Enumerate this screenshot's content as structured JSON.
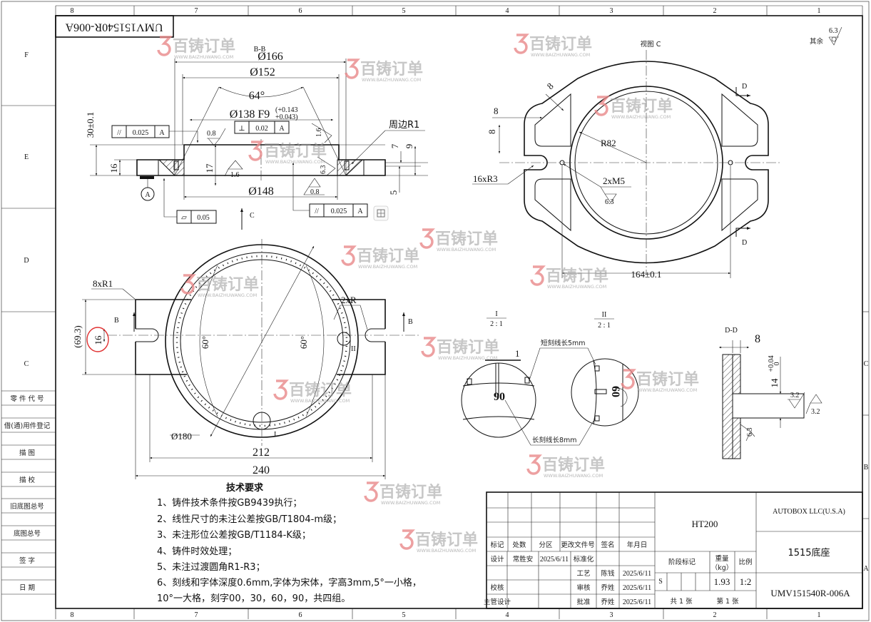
{
  "sheet": {
    "stamp_number": "UMV151540R-006A",
    "col_numbers": [
      "8",
      "7",
      "6",
      "5",
      "4",
      "3",
      "2",
      "1"
    ],
    "row_letters_left": [
      "F",
      "E",
      "D",
      "C"
    ],
    "row_letters_right": [
      "C",
      "B",
      "A"
    ],
    "register": [
      "零 件 代 号",
      "借(通)用件登记",
      "描  图",
      "描  校",
      "旧底图总号",
      "底图总号",
      "签  字",
      "日  期"
    ]
  },
  "section_bb": {
    "title": "B-B",
    "d166": "Ø166",
    "d152": "Ø152",
    "angle": "64°",
    "d138": "Ø138 F9",
    "tol_upper": "(+0.143",
    "tol_lower": "+0.043)",
    "h30": "30±0.1",
    "h16": "16",
    "h17": "17",
    "d148": "Ø148",
    "h7": "7",
    "h9": "9",
    "h5": "5",
    "fillet_note": "周边R1",
    "rough_a": "0.8",
    "rough_b": "1.6",
    "rough_c": "1.6",
    "rough_d": "6.3",
    "rough_e": "0.8",
    "gdt_parallel_1": {
      "symbol": "//",
      "value": "0.025",
      "datum": "A"
    },
    "gdt_perp": {
      "symbol": "⊥",
      "value": "0.02",
      "datum": "A"
    },
    "gdt_flat": {
      "symbol": "▱",
      "value": "0.05"
    },
    "gdt_parallel_2": {
      "symbol": "//",
      "value": "0.025",
      "datum": "A"
    },
    "datum": "A",
    "view_arrow": "C"
  },
  "plan_view": {
    "corner_radius": "8xR1",
    "section_mark_left": "B",
    "section_mark_right": "B",
    "h69": "(69.3)",
    "slot16": "16",
    "angle_left": "60°",
    "angle_right": "60°",
    "notch_radius": "2xR",
    "detail_ii": "II",
    "detail_i": "I",
    "d180": "Ø180",
    "w212": "212",
    "w240": "240"
  },
  "view_c": {
    "title": "视图 C",
    "dim8_a": "8",
    "dim8_b": "8",
    "dim8_c": "8",
    "r82": "R82",
    "slots": "16xR3",
    "threads": "2xM5",
    "rough": "6.3",
    "section_mark_top": "D",
    "section_mark_bottom": "D",
    "span": "164±0.1"
  },
  "general_roughness": {
    "label": "其余",
    "value": "6.3"
  },
  "detail_i": {
    "title": "I",
    "scale": "2 : 1",
    "dim": "1",
    "engraving": "90",
    "short_note": "短刻线长5mm",
    "long_note": "长刻线长8mm"
  },
  "detail_ii": {
    "title": "II",
    "scale": "2 : 1",
    "engraving": "60"
  },
  "section_dd": {
    "title": "D-D",
    "w8": "8",
    "h14": "14",
    "tol_upper": "+0.04",
    "tol_lower": "0",
    "rough_a": "3.2",
    "rough_b": "3.2",
    "rough_c": "6.3"
  },
  "tech_requirements": {
    "title": "技术要求",
    "items": [
      "1、铸件技术条件按GB9439执行；",
      "2、线性尺寸的未注公差按GB/T1804-m级；",
      "3、未注形位公差按GB/T1184-K级；",
      "4、铸件时效处理；",
      "5、未注过渡圆角R1-R3；",
      "6、刻线和字体深度0.6mm,字体为宋体，字高3mm,5°一小格，",
      "10°一大格，刻字00，30，60，90，共四组。"
    ]
  },
  "title_block": {
    "material": "HT200",
    "company": "AUTOBOX LLC(U.S.A)",
    "part_name": "1515底座",
    "drawing_number": "UMV151540R-006A",
    "rev_headers": [
      "标记",
      "处数",
      "分区",
      "更改文件号",
      "签名",
      "年月日"
    ],
    "design_label": "设计",
    "designer": "常胜安",
    "design_date": "2025/6/11",
    "standardization_label": "标准化",
    "process_label": "工艺",
    "process_name": "陈钱",
    "process_date": "2025/6/11",
    "check_label": "校核",
    "review_label": "审核",
    "review_name": "乔姓",
    "review_date": "2025/6/11",
    "chief_label": "主管设计",
    "approve_label": "批准",
    "approve_name": "乔姓",
    "approve_date": "2025/6/11",
    "stage_label": "阶段标记",
    "weight_label": "重量",
    "weight_unit": "（kg）",
    "scale_label": "比例",
    "stage_value": "S",
    "weight": "1.93",
    "scale": "1:2",
    "sheets_total": "共 1 张",
    "sheet_no": "第 1 张"
  },
  "watermark": {
    "brand": "百铸订单",
    "url": "WWW.BAIZHUWANG.COM"
  }
}
